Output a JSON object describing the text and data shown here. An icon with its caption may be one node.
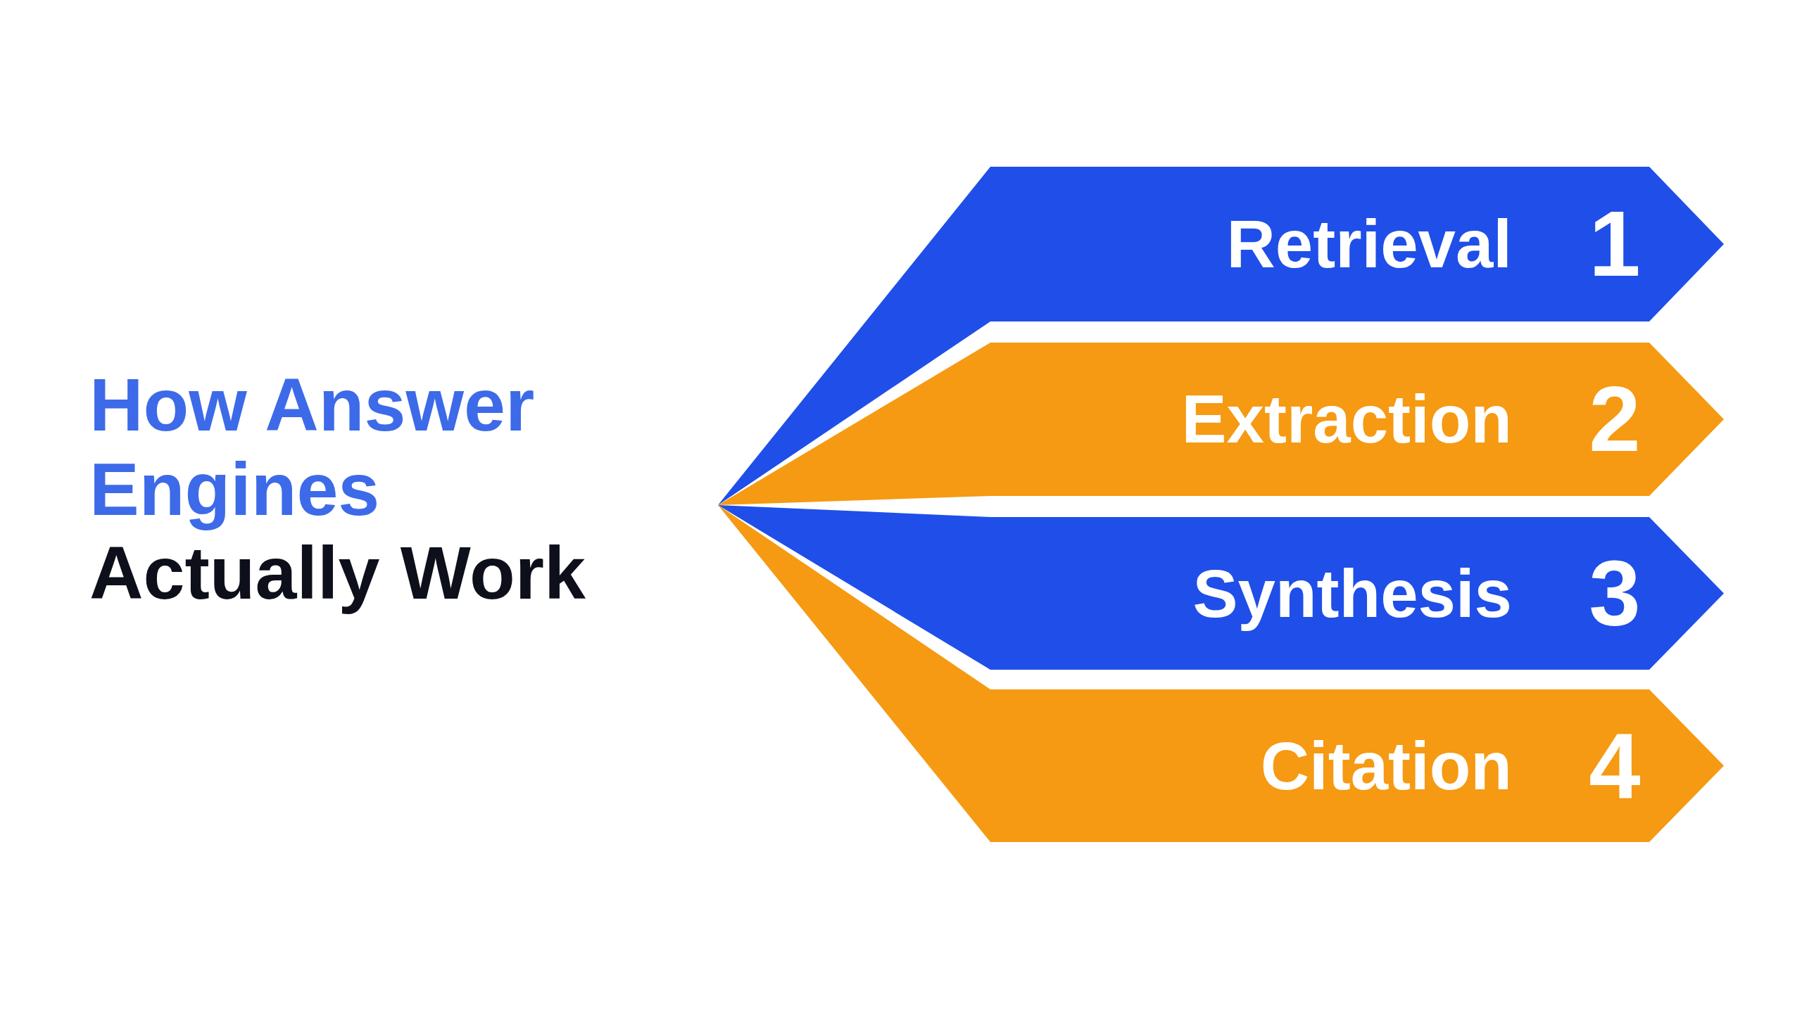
{
  "diagram": {
    "nodes": [
      {
        "text": [
          "Retrieval",
          "1"
        ]
      },
      {
        "text": [
          "Extraction",
          "2"
        ]
      },
      {
        "text": [
          "Synthesis",
          "3"
        ]
      },
      {
        "text": [
          "Citation",
          "4"
        ]
      }
    ],
    "labels": [
      "How Answer Engines",
      "Actually Work"
    ]
  }
}
